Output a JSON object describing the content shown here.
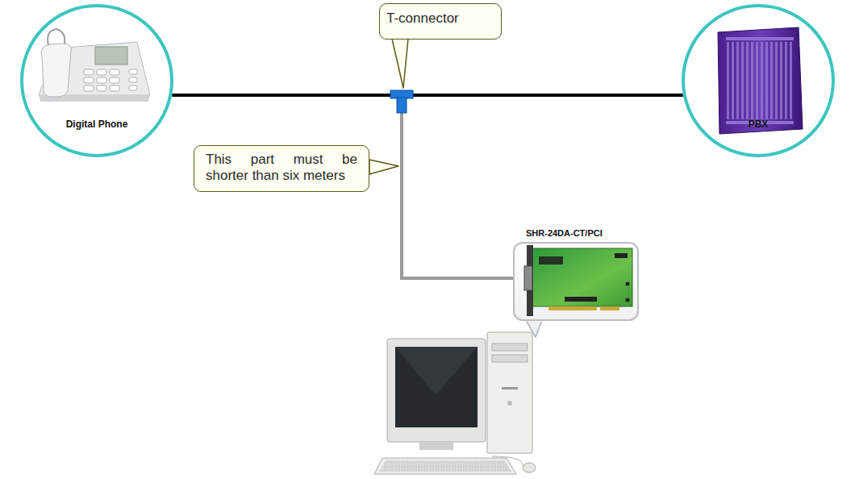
{
  "diagram": {
    "nodes": [
      {
        "text": [
          "Digital Phone"
        ]
      },
      {
        "text": [
          "PBX"
        ]
      },
      {
        "text": [
          "T-connector"
        ]
      },
      {
        "text": [
          "This part must be shorter than six meters"
        ]
      },
      {
        "text": [
          "SHR-24DA-CT/PCI"
        ]
      }
    ],
    "edges": [
      {
        "from": 0,
        "to": 1,
        "arrow": "none"
      }
    ]
  }
}
